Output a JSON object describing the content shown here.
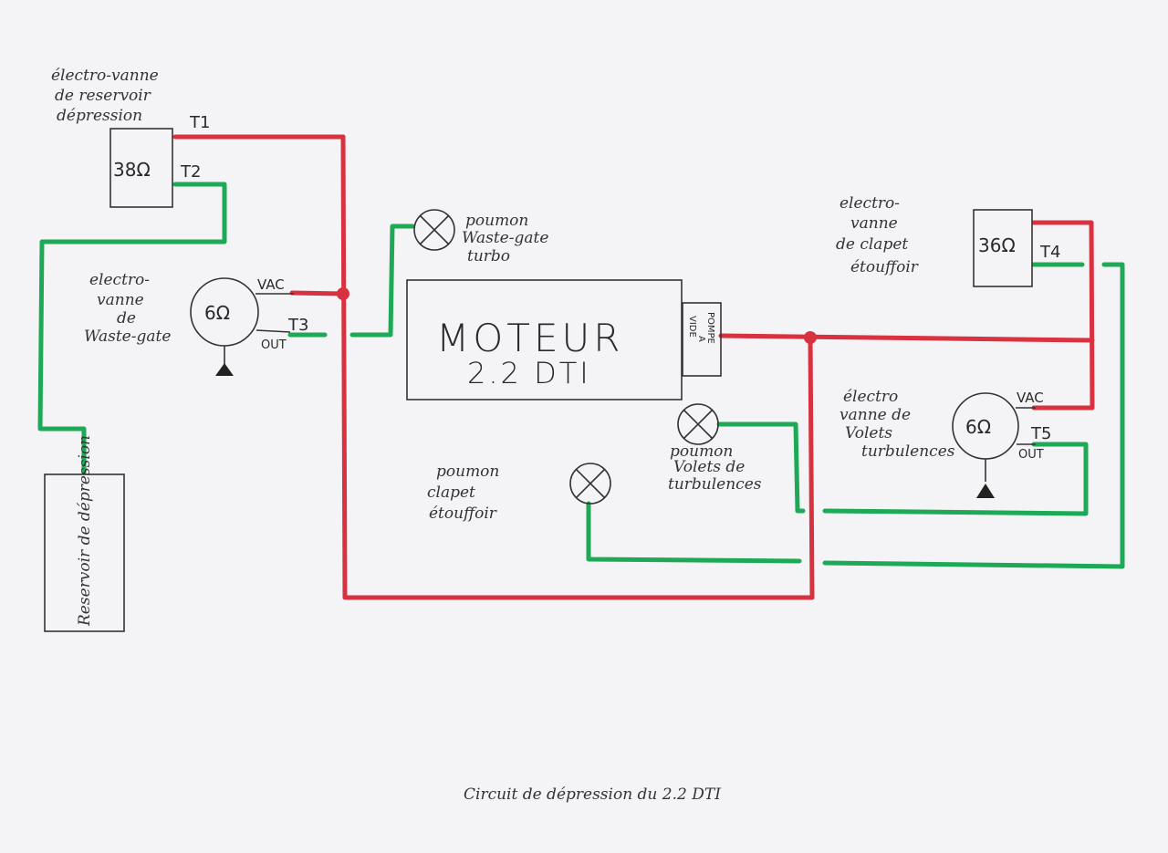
{
  "colors": {
    "vacuum_line": "#d8313f",
    "actuator_line": "#1ea956",
    "ink": "#333333"
  },
  "valve_tank": {
    "lines": [
      "électro-vanne",
      "de reservoir",
      "dépression"
    ],
    "resistance": "38Ω",
    "t1": "T1",
    "t2": "T2"
  },
  "valve_wastegate": {
    "lines": [
      "electro-",
      "vanne",
      "de",
      "Waste-gate"
    ],
    "resistance": "6Ω",
    "vac": "VAC",
    "out": "OUT",
    "t3": "T3"
  },
  "valve_flap": {
    "lines": [
      "electro-",
      "vanne",
      "de clapet",
      "étouffoir"
    ],
    "resistance": "36Ω",
    "t4": "T4"
  },
  "valve_swirl": {
    "lines": [
      "électro",
      "vanne de",
      "Volets",
      "turbulences"
    ],
    "resistance": "6Ω",
    "vac": "VAC",
    "out": "OUT",
    "t5": "T5"
  },
  "lung_wastegate": {
    "lines": [
      "poumon",
      "Waste-gate",
      "turbo"
    ]
  },
  "lung_swirl": {
    "lines": [
      "poumon",
      "Volets de",
      "turbulences"
    ]
  },
  "lung_flap": {
    "lines": [
      "poumon",
      "clapet",
      "étouffoir"
    ]
  },
  "engine": {
    "line1": "MOTEUR",
    "line2": "2.2 DTI"
  },
  "vacuum_pump": {
    "line1": "POMPE",
    "line2": "A",
    "line3": "VIDE"
  },
  "reservoir": {
    "label": "Reservoir de dépression"
  },
  "title": "Circuit de dépression du 2.2 DTI"
}
